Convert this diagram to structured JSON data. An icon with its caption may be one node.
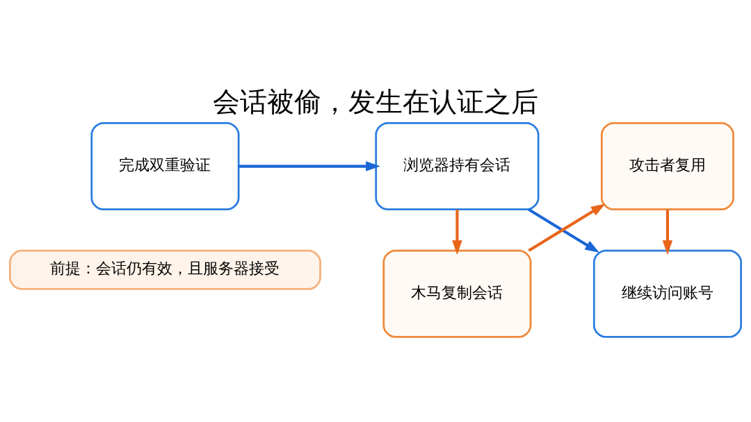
{
  "diagram": {
    "title": "会话被偷，发生在认证之后",
    "nodes": [
      {
        "text": [
          "完成双重验证"
        ]
      },
      {
        "text": [
          "浏览器持有会话"
        ]
      },
      {
        "text": [
          "继续访问账号"
        ]
      },
      {
        "text": [
          "木马复制会话"
        ]
      },
      {
        "text": [
          "攻击者复用"
        ]
      },
      {
        "text": [
          "前提：会话仍有效，且服务器接受"
        ]
      }
    ],
    "edges": [
      {
        "from": 0,
        "to": 1,
        "arrow": "to",
        "color": "#1a66d6"
      },
      {
        "from": 1,
        "to": 2,
        "arrow": "to",
        "color": "#1a66d6"
      },
      {
        "from": 1,
        "to": 3,
        "arrow": "to",
        "color": "#e8651a"
      },
      {
        "from": 3,
        "to": 4,
        "arrow": "to",
        "color": "#e8651a"
      },
      {
        "from": 4,
        "to": 2,
        "arrow": "to",
        "color": "#e8651a"
      }
    ]
  }
}
